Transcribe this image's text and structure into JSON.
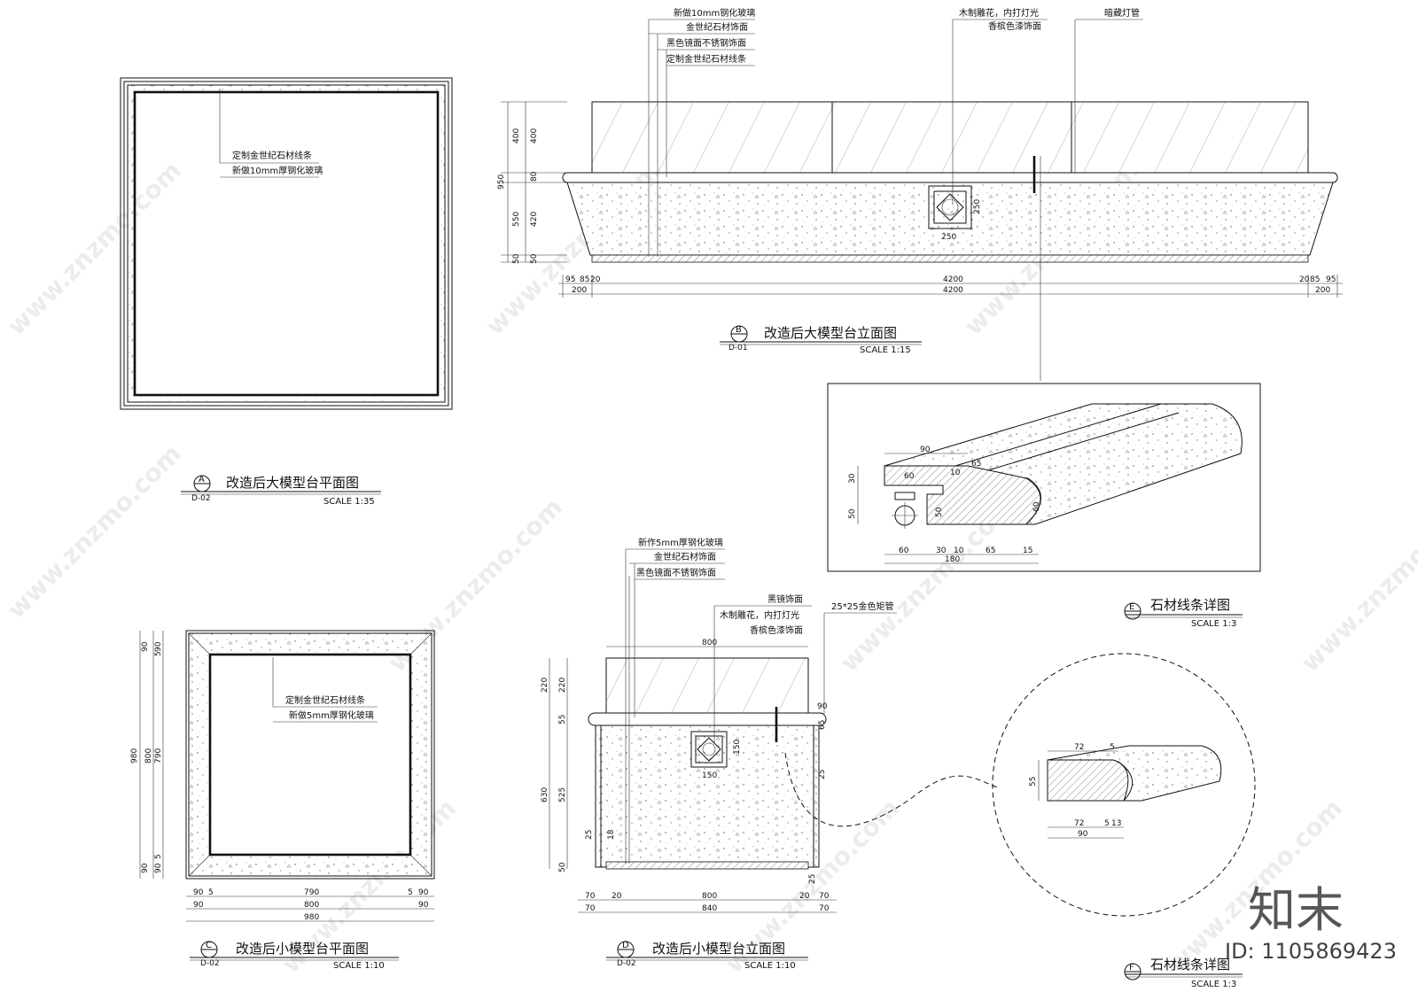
{
  "watermark": {
    "site": "www.znzmo.com",
    "brand": "知末",
    "id_text": "ID: 1105869423"
  },
  "view_a": {
    "callouts": [
      "定制金世纪石材线条",
      "新做10mm厚钢化玻璃"
    ],
    "title": "改造后大模型台平面图",
    "letter": "A",
    "sheet": "D-02",
    "scale": "SCALE 1:35"
  },
  "view_b": {
    "callouts_left": [
      "新做10mm钢化玻璃",
      "金世纪石材饰面",
      "黑色镜面不锈钢饰面",
      "定制金世纪石材线条"
    ],
    "callouts_mid": [
      "木制雕花，内打灯光",
      "香槟色漆饰面"
    ],
    "callout_right": "暗藏灯管",
    "dims_left": [
      "400",
      "400",
      "80",
      "950",
      "550",
      "420",
      "50",
      "50"
    ],
    "dims_bottom_row1": [
      "95",
      "85",
      "20",
      "4200",
      "20",
      "85",
      "95"
    ],
    "dims_bottom_row2": [
      "200",
      "4200",
      "200"
    ],
    "carving_w": "250",
    "carving_h": "250",
    "title": "改造后大模型台立面图",
    "letter": "B",
    "sheet": "D-01",
    "scale": "SCALE 1:15"
  },
  "view_c": {
    "callouts": [
      "定制金世纪石材线条",
      "新做5mm厚钢化玻璃"
    ],
    "dims_left": [
      "90",
      "90",
      "980",
      "800",
      "790",
      "90",
      "90",
      "5",
      "5"
    ],
    "dims_bottom_row1": [
      "90",
      "5",
      "790",
      "5",
      "90"
    ],
    "dims_bottom_row2": [
      "90",
      "800",
      "90"
    ],
    "dims_bottom_row3": [
      "980"
    ],
    "title": "改造后小模型台平面图",
    "letter": "C",
    "sheet": "D-02",
    "scale": "SCALE 1:10"
  },
  "view_d": {
    "callouts_left": [
      "新作5mm厚钢化玻璃",
      "金世纪石材饰面",
      "黑色镜面不锈钢饰面"
    ],
    "callouts_mid": [
      "黑镜饰面",
      "木制雕花，内打灯光",
      "香槟色漆饰面"
    ],
    "callout_right": "25*25金色矩管",
    "top_dim": "800",
    "dims_left": [
      "220",
      "220",
      "55",
      "630",
      "525",
      "25",
      "18",
      "50"
    ],
    "dims_right": [
      "90",
      "65",
      "25",
      "25"
    ],
    "carving_w": "150",
    "carving_h": "150",
    "dims_bottom_row1": [
      "70",
      "20",
      "800",
      "20",
      "70"
    ],
    "dims_bottom_row2": [
      "70",
      "840",
      "70"
    ],
    "title": "改造后小模型台立面图",
    "letter": "D",
    "sheet": "D-02",
    "scale": "SCALE 1:10"
  },
  "view_e": {
    "dims_top": [
      "90",
      "65",
      "10"
    ],
    "dims_inner": [
      "60",
      "50"
    ],
    "dims_left": [
      "30",
      "50"
    ],
    "dims_bottom": [
      "60",
      "30",
      "10",
      "65",
      "15"
    ],
    "dims_total": "180",
    "dims_right": [
      "60"
    ],
    "title": "石材线条详图",
    "letter": "E",
    "scale": "SCALE 1:3"
  },
  "view_f": {
    "dims_top": [
      "72",
      "5"
    ],
    "dims_left": "55",
    "dims_bottom": [
      "72",
      "5",
      "13"
    ],
    "dims_total": "90",
    "title": "石材线条详图",
    "letter": "F",
    "scale": "SCALE 1:3"
  }
}
